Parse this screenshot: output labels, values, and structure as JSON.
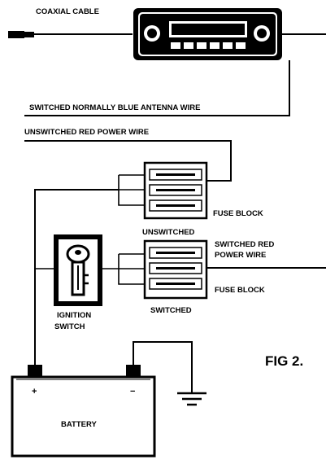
{
  "labels": {
    "coaxial_cable": "COAXIAL CABLE",
    "antenna_wire": "SWITCHED NORMALLY BLUE ANTENNA WIRE",
    "unswitched_power_wire": "UNSWITCHED RED POWER WIRE",
    "fuse_block_top": "FUSE BLOCK",
    "unswitched": "UNSWITCHED",
    "switched_red_power_wire_line1": "SWITCHED RED",
    "switched_red_power_wire_line2": "POWER WIRE",
    "fuse_block_bottom": "FUSE BLOCK",
    "switched": "SWITCHED",
    "ignition_switch_line1": "IGNITION",
    "ignition_switch_line2": "SWITCH",
    "battery": "BATTERY",
    "battery_plus": "+",
    "battery_minus": "−",
    "figure": "FIG 2."
  }
}
